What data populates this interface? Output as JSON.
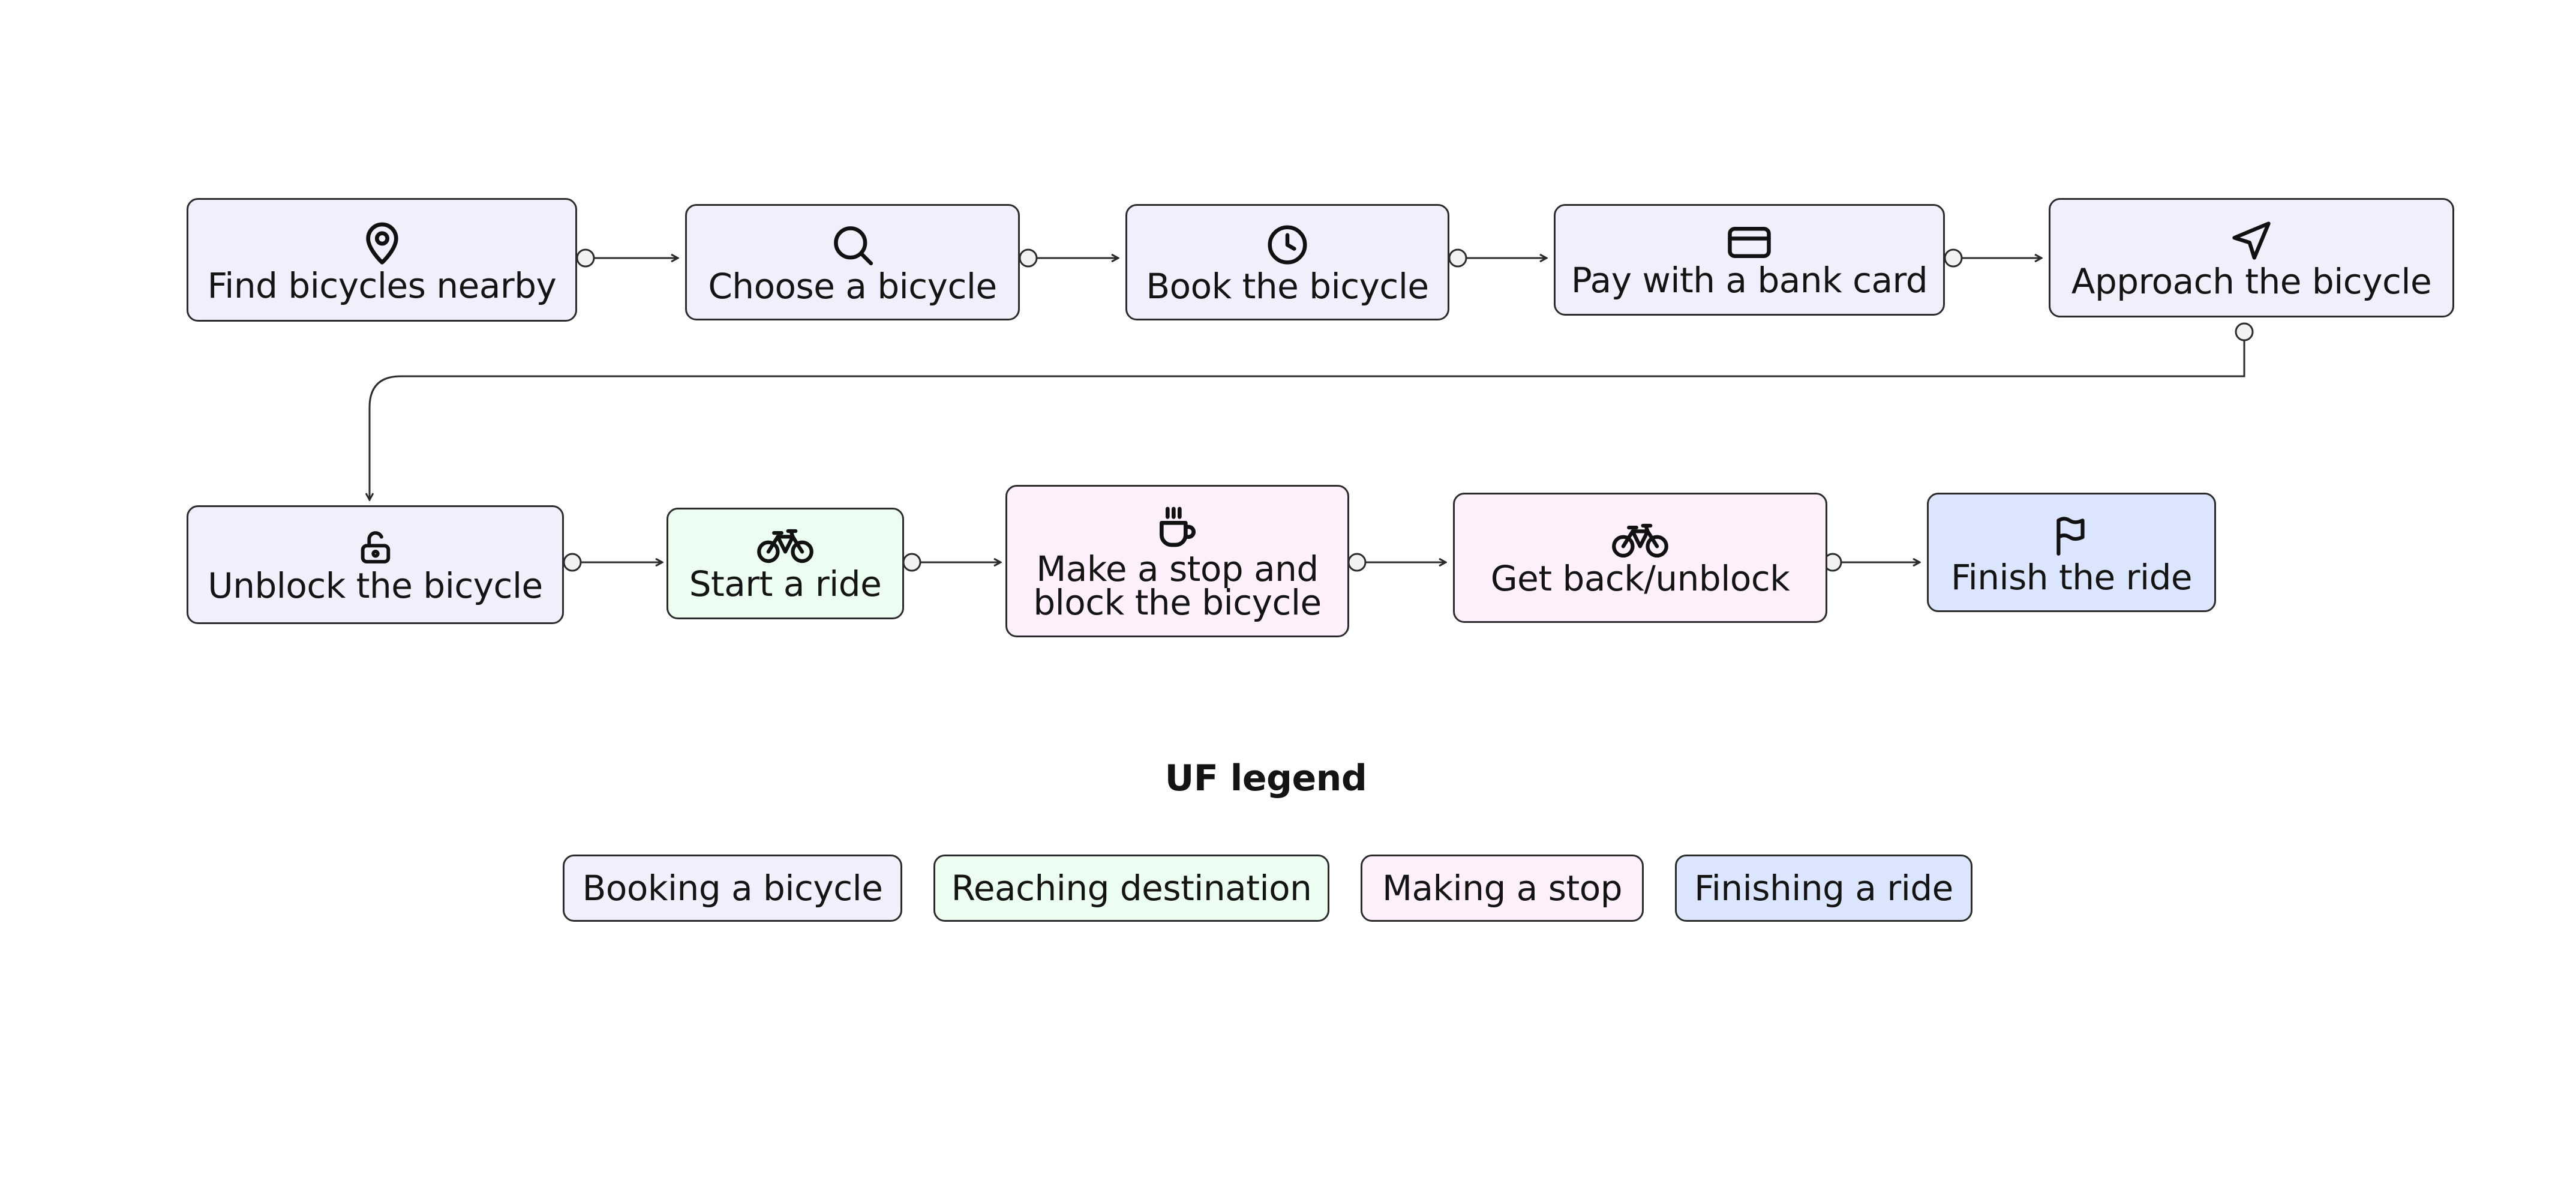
{
  "colors": {
    "booking": "#f0f0fd",
    "reaching": "#ecfdf1",
    "stop": "#fdf0fb",
    "finish": "#dce5fe",
    "stroke": "#2b2b2b"
  },
  "flow": {
    "nodes": [
      {
        "id": "find",
        "label": "Find bicycles nearby",
        "icon": "map-pin-icon",
        "category": "booking"
      },
      {
        "id": "choose",
        "label": "Choose a bicycle",
        "icon": "search-icon",
        "category": "booking"
      },
      {
        "id": "book",
        "label": "Book the bicycle",
        "icon": "clock-icon",
        "category": "booking"
      },
      {
        "id": "pay",
        "label": "Pay with a bank card",
        "icon": "credit-card-icon",
        "category": "booking"
      },
      {
        "id": "approach",
        "label": "Approach the bicycle",
        "icon": "navigation-icon",
        "category": "booking"
      },
      {
        "id": "unblock",
        "label": "Unblock the bicycle",
        "icon": "unlock-icon",
        "category": "booking"
      },
      {
        "id": "start",
        "label": "Start a ride",
        "icon": "bicycle-icon",
        "category": "reaching"
      },
      {
        "id": "stop",
        "label": "Make a stop and\nblock the bicycle",
        "icon": "coffee-icon",
        "category": "stop"
      },
      {
        "id": "getback",
        "label": "Get back/unblock",
        "icon": "bicycle-icon",
        "category": "stop"
      },
      {
        "id": "finish",
        "label": "Finish the ride",
        "icon": "flag-icon",
        "category": "finish"
      }
    ],
    "edges": [
      [
        "find",
        "choose"
      ],
      [
        "choose",
        "book"
      ],
      [
        "book",
        "pay"
      ],
      [
        "pay",
        "approach"
      ],
      [
        "approach",
        "unblock"
      ],
      [
        "unblock",
        "start"
      ],
      [
        "start",
        "stop"
      ],
      [
        "stop",
        "getback"
      ],
      [
        "getback",
        "finish"
      ]
    ]
  },
  "legend": {
    "title": "UF legend",
    "items": [
      {
        "label": "Booking a bicycle",
        "category": "booking"
      },
      {
        "label": "Reaching destination",
        "category": "reaching"
      },
      {
        "label": "Making a stop",
        "category": "stop"
      },
      {
        "label": "Finishing a ride",
        "category": "finish"
      }
    ]
  }
}
